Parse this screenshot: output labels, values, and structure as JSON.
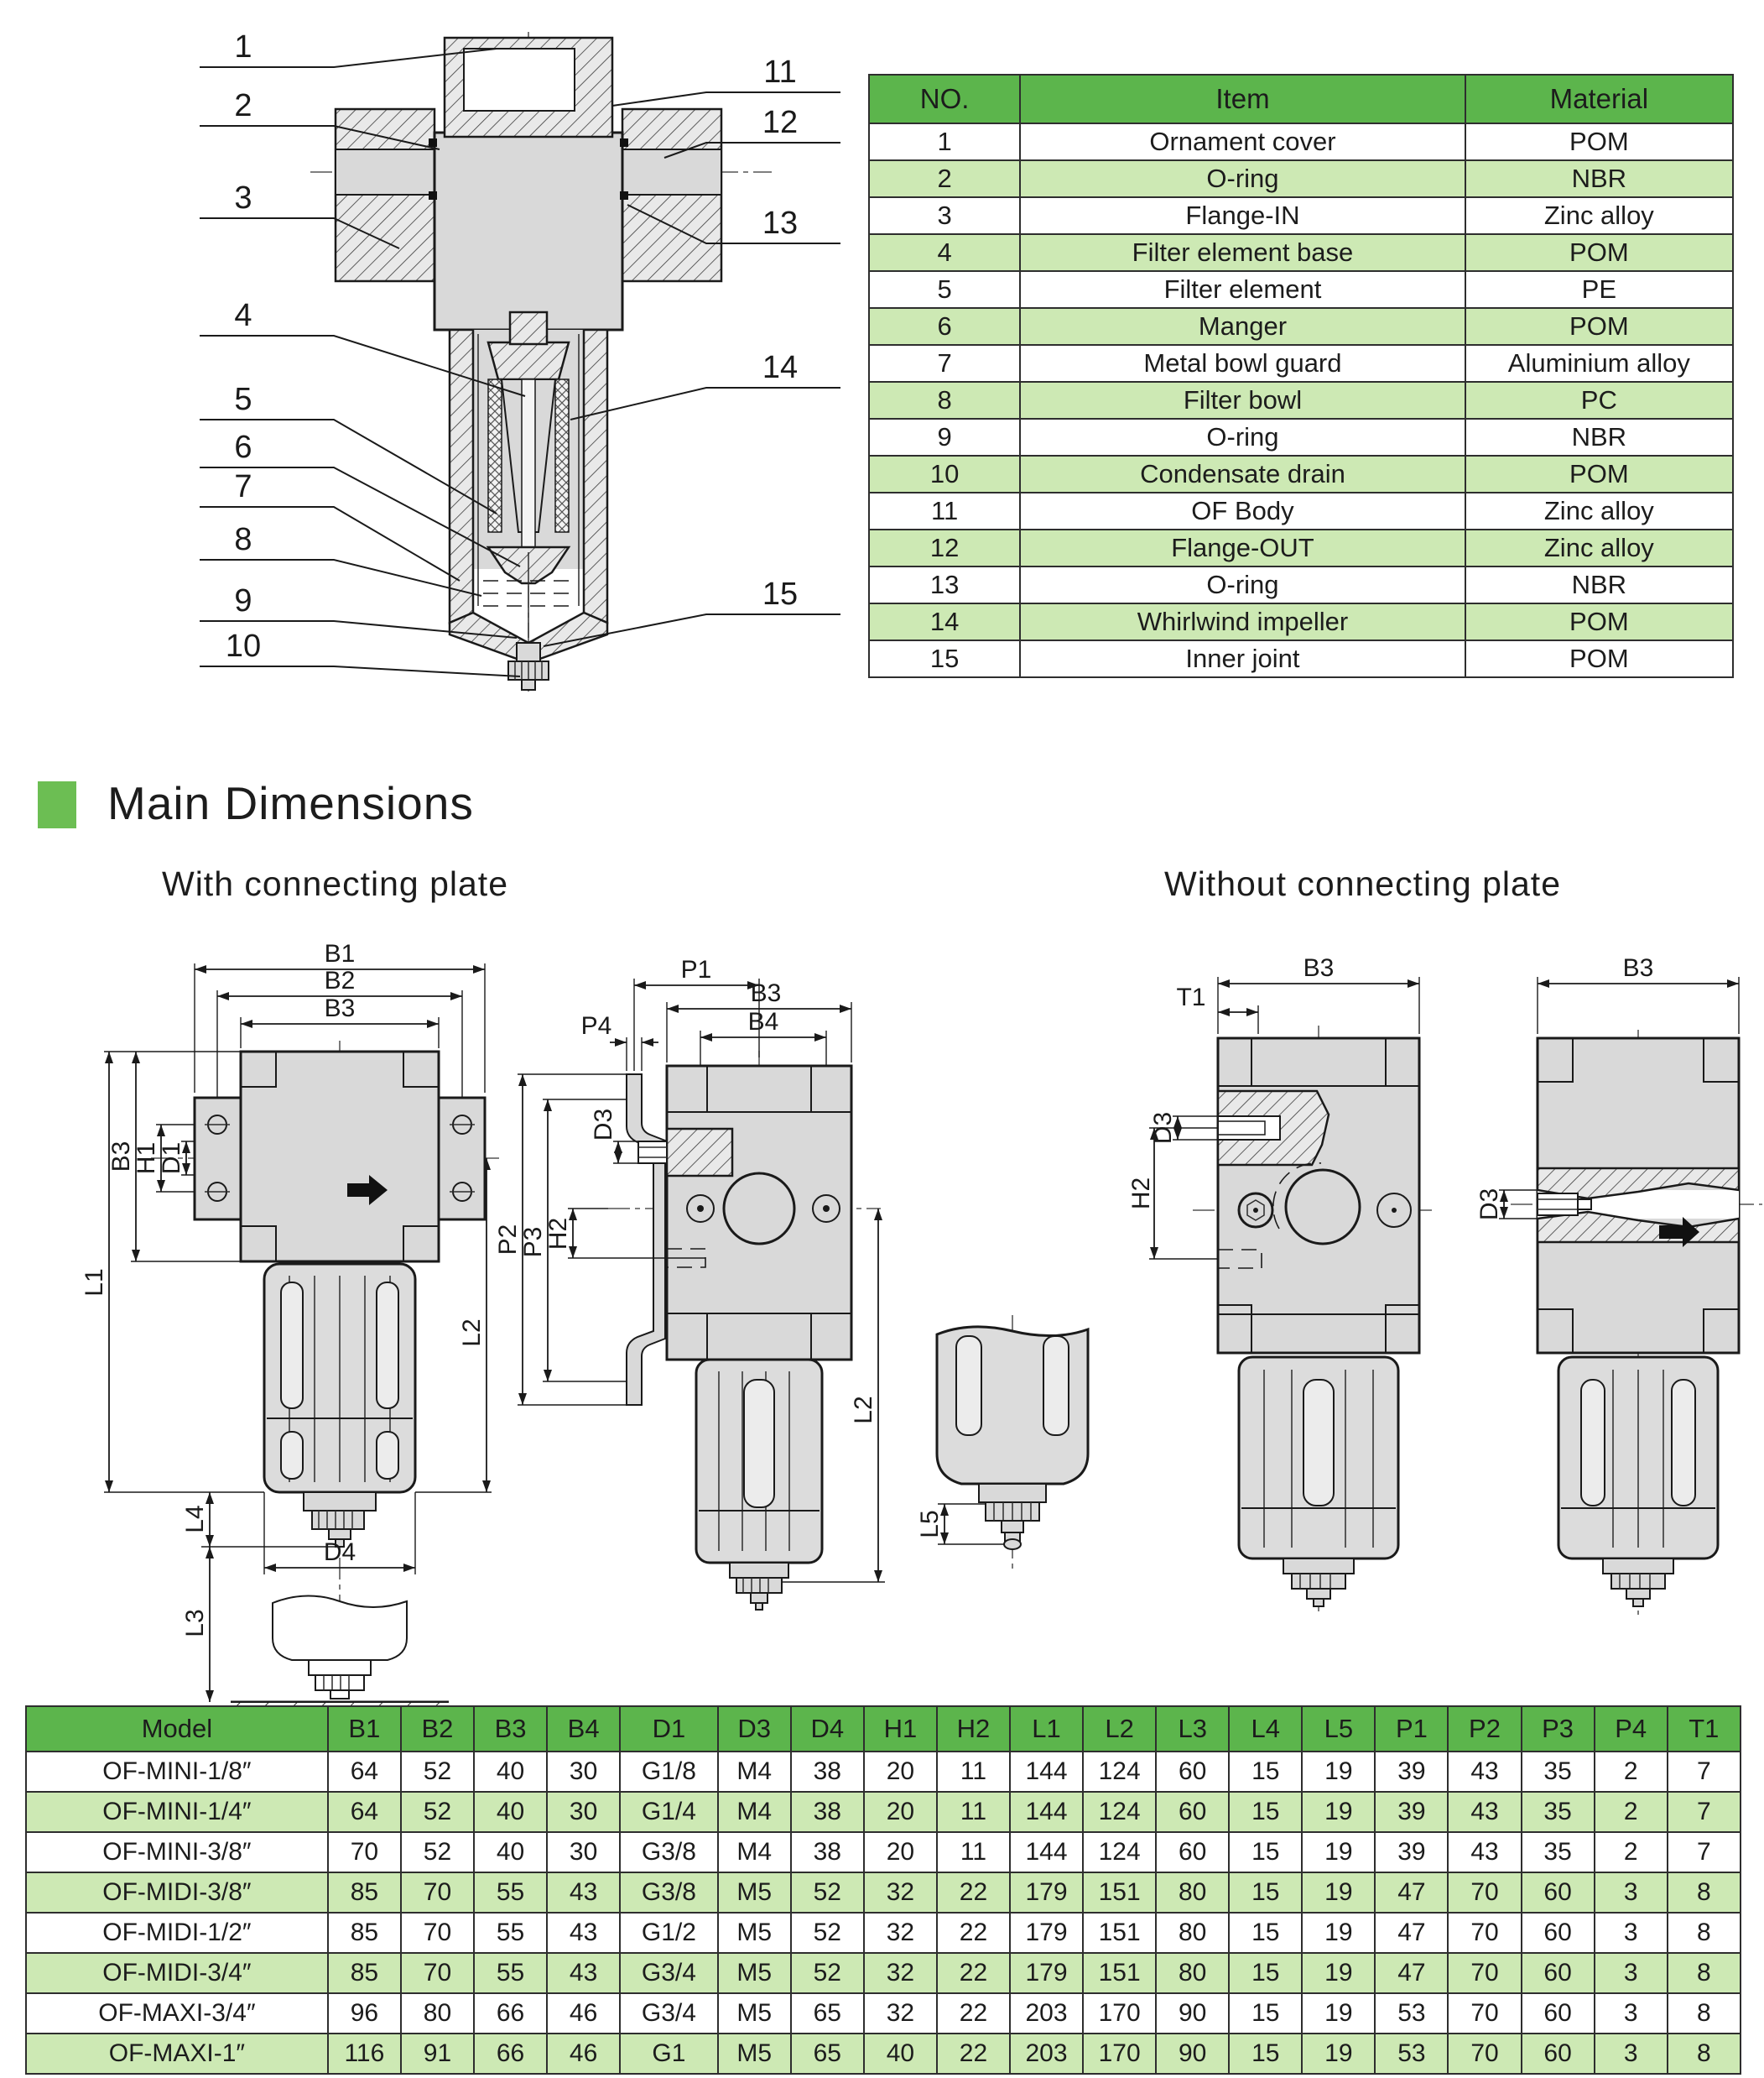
{
  "page": {
    "heading": "Main Dimensions",
    "with_plate": "With connecting plate",
    "without_plate": "Without connecting plate"
  },
  "colors": {
    "table_header_green": "#5cb54c",
    "table_row_green": "#cde9b4",
    "bullet_green": "#6cbe53",
    "line_color": "#1a1a1a",
    "drawing_gray": "#d9d9d9"
  },
  "callouts": {
    "items": [
      "1",
      "2",
      "3",
      "4",
      "5",
      "6",
      "7",
      "8",
      "9",
      "10",
      "11",
      "12",
      "13",
      "14",
      "15"
    ]
  },
  "dims": {
    "B1": "B1",
    "B2": "B2",
    "B3": "B3",
    "B4": "B4",
    "D1": "D1",
    "D3": "D3",
    "D4": "D4",
    "H1": "H1",
    "H2": "H2",
    "L1": "L1",
    "L2": "L2",
    "L3": "L3",
    "L4": "L4",
    "L5": "L5",
    "P1": "P1",
    "P2": "P2",
    "P3": "P3",
    "P4": "P4",
    "T1": "T1"
  },
  "parts_table": {
    "columns": [
      "NO.",
      "Item",
      "Material"
    ],
    "rows": [
      {
        "no": "1",
        "item": "Ornament cover",
        "material": "POM"
      },
      {
        "no": "2",
        "item": "O-ring",
        "material": "NBR"
      },
      {
        "no": "3",
        "item": "Flange-IN",
        "material": "Zinc alloy"
      },
      {
        "no": "4",
        "item": "Filter element base",
        "material": "POM"
      },
      {
        "no": "5",
        "item": "Filter element",
        "material": "PE"
      },
      {
        "no": "6",
        "item": "Manger",
        "material": "POM"
      },
      {
        "no": "7",
        "item": "Metal bowl guard",
        "material": "Aluminium alloy"
      },
      {
        "no": "8",
        "item": "Filter bowl",
        "material": "PC"
      },
      {
        "no": "9",
        "item": "O-ring",
        "material": "NBR"
      },
      {
        "no": "10",
        "item": "Condensate drain",
        "material": "POM"
      },
      {
        "no": "11",
        "item": "OF Body",
        "material": "Zinc alloy"
      },
      {
        "no": "12",
        "item": "Flange-OUT",
        "material": "Zinc alloy"
      },
      {
        "no": "13",
        "item": "O-ring",
        "material": "NBR"
      },
      {
        "no": "14",
        "item": "Whirlwind impeller",
        "material": "POM"
      },
      {
        "no": "15",
        "item": "Inner joint",
        "material": "POM"
      }
    ]
  },
  "dimensions_table": {
    "columns": [
      "Model",
      "B1",
      "B2",
      "B3",
      "B4",
      "D1",
      "D3",
      "D4",
      "H1",
      "H2",
      "L1",
      "L2",
      "L3",
      "L4",
      "L5",
      "P1",
      "P2",
      "P3",
      "P4",
      "T1"
    ],
    "rows": [
      [
        "OF-MINI-1/8″",
        "64",
        "52",
        "40",
        "30",
        "G1/8",
        "M4",
        "38",
        "20",
        "11",
        "144",
        "124",
        "60",
        "15",
        "19",
        "39",
        "43",
        "35",
        "2",
        "7"
      ],
      [
        "OF-MINI-1/4″",
        "64",
        "52",
        "40",
        "30",
        "G1/4",
        "M4",
        "38",
        "20",
        "11",
        "144",
        "124",
        "60",
        "15",
        "19",
        "39",
        "43",
        "35",
        "2",
        "7"
      ],
      [
        "OF-MINI-3/8″",
        "70",
        "52",
        "40",
        "30",
        "G3/8",
        "M4",
        "38",
        "20",
        "11",
        "144",
        "124",
        "60",
        "15",
        "19",
        "39",
        "43",
        "35",
        "2",
        "7"
      ],
      [
        "OF-MIDI-3/8″",
        "85",
        "70",
        "55",
        "43",
        "G3/8",
        "M5",
        "52",
        "32",
        "22",
        "179",
        "151",
        "80",
        "15",
        "19",
        "47",
        "70",
        "60",
        "3",
        "8"
      ],
      [
        "OF-MIDI-1/2″",
        "85",
        "70",
        "55",
        "43",
        "G1/2",
        "M5",
        "52",
        "32",
        "22",
        "179",
        "151",
        "80",
        "15",
        "19",
        "47",
        "70",
        "60",
        "3",
        "8"
      ],
      [
        "OF-MIDI-3/4″",
        "85",
        "70",
        "55",
        "43",
        "G3/4",
        "M5",
        "52",
        "32",
        "22",
        "179",
        "151",
        "80",
        "15",
        "19",
        "47",
        "70",
        "60",
        "3",
        "8"
      ],
      [
        "OF-MAXI-3/4″",
        "96",
        "80",
        "66",
        "46",
        "G3/4",
        "M5",
        "65",
        "32",
        "22",
        "203",
        "170",
        "90",
        "15",
        "19",
        "53",
        "70",
        "60",
        "3",
        "8"
      ],
      [
        "OF-MAXI-1″",
        "116",
        "91",
        "66",
        "46",
        "G1",
        "M5",
        "65",
        "40",
        "22",
        "203",
        "170",
        "90",
        "15",
        "19",
        "53",
        "70",
        "60",
        "3",
        "8"
      ]
    ]
  }
}
